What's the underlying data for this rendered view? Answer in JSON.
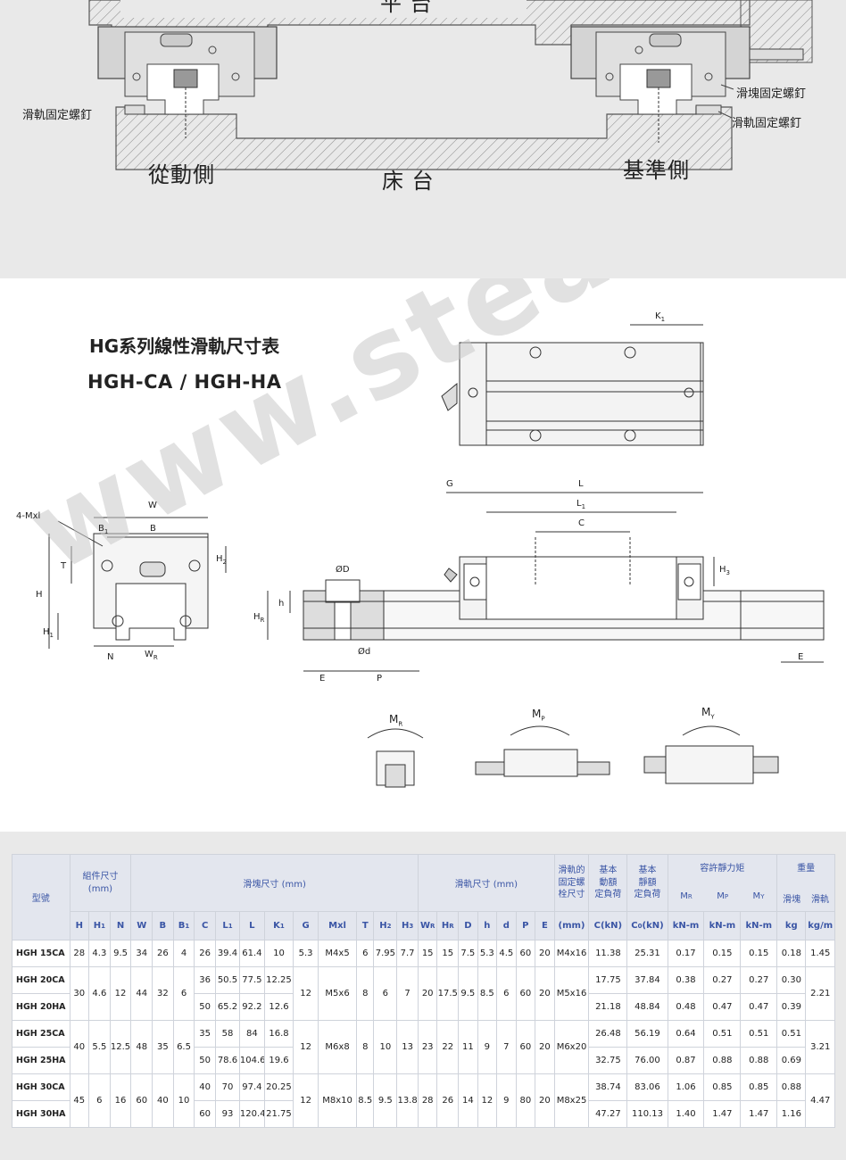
{
  "top": {
    "label_table": "平 台",
    "label_bed": "床 台",
    "label_driven": "從動側",
    "label_reference": "基準側",
    "callout_rail_screw_left": "滑軌固定螺釘",
    "callout_block_screw": "滑塊固定螺釘",
    "callout_rail_screw_right": "滑軌固定螺釘"
  },
  "mid": {
    "title": "HG系列線性滑軌尺寸表",
    "subtitle": "HGH-CA / HGH-HA",
    "watermark": "www.steady.com",
    "dims": {
      "W": "W",
      "B": "B",
      "B1": "B",
      "B1s": "1",
      "H": "H",
      "H1": "H",
      "H1s": "1",
      "H2": "H",
      "H2s": "2",
      "T": "T",
      "N": "N",
      "WR": "W",
      "WRs": "R",
      "mxl": "4-Mxl",
      "L": "L",
      "L1": "L",
      "L1s": "1",
      "C": "C",
      "G": "G",
      "K1": "K",
      "K1s": "1",
      "H3": "H",
      "H3s": "3",
      "HR": "H",
      "HRs": "R",
      "h": "h",
      "oD": "ØD",
      "od": "Ød",
      "E": "E",
      "P": "P",
      "E2": "E"
    },
    "moments": {
      "MR": "M",
      "MRs": "R",
      "MP": "M",
      "MPs": "P",
      "MY": "M",
      "MYs": "Y"
    }
  },
  "table": {
    "head": {
      "model": "型號",
      "assembly": "組件尺寸\n(mm)",
      "block": "滑塊尺寸 (mm)",
      "rail": "滑軌尺寸 (mm)",
      "rail_bolt": "滑軌的\n固定螺\n栓尺寸",
      "dyn": "基本\n動額\n定負荷",
      "stat": "基本\n靜額\n定負荷",
      "moment": "容許靜力矩",
      "weight": "重量",
      "mr": "M",
      "mr_s": "R",
      "mp": "M",
      "mp_s": "P",
      "my": "M",
      "my_s": "Y",
      "w_block": "滑塊",
      "w_rail": "滑軌"
    },
    "columns": [
      "H",
      "H1",
      "N",
      "W",
      "B",
      "B1",
      "C",
      "L1",
      "L",
      "K1",
      "G",
      "Mxl",
      "T",
      "H2",
      "H3",
      "WR",
      "HR",
      "D",
      "h",
      "d",
      "P",
      "E",
      "(mm)",
      "C(kN)",
      "C0(kN)",
      "kN-m",
      "kN-m",
      "kN-m",
      "kg",
      "kg/m"
    ],
    "column_subs": [
      "",
      "1",
      "",
      "",
      "",
      "1",
      "",
      "1",
      "",
      "1",
      "",
      "",
      "",
      "2",
      "3",
      "R",
      "R",
      "",
      "",
      "",
      "",
      "",
      "",
      "",
      "",
      "",
      "",
      "",
      "",
      ""
    ],
    "column_mains": [
      "H",
      "H",
      "N",
      "W",
      "B",
      "B",
      "C",
      "L",
      "L",
      "K",
      "G",
      "Mxl",
      "T",
      "H",
      "H",
      "W",
      "H",
      "D",
      "h",
      "d",
      "P",
      "E",
      "(mm)",
      "C(kN)",
      "C",
      "kN-m",
      "kN-m",
      "kN-m",
      "kg",
      "kg/m"
    ],
    "c0_tail": "(kN)",
    "rows": [
      {
        "model": "HGH 15CA",
        "H": "28",
        "H1": "4.3",
        "N": "9.5",
        "W": "34",
        "B": "26",
        "B1": "4",
        "C": "26",
        "L1": "39.4",
        "L": "61.4",
        "K1": "10",
        "G": "5.3",
        "Mxl": "M4x5",
        "T": "6",
        "H2": "7.95",
        "H3": "7.7",
        "WR": "15",
        "HR": "15",
        "D": "7.5",
        "h": "5.3",
        "d": "4.5",
        "P": "60",
        "E": "20",
        "bolt": "M4x16",
        "dyn": "11.38",
        "stat": "25.31",
        "MR": "0.17",
        "MP": "0.15",
        "MY": "0.15",
        "wb": "0.18",
        "wr": "1.45"
      },
      {
        "model": "HGH 20CA",
        "H": "30",
        "H1": "4.6",
        "N": "12",
        "W": "44",
        "B": "32",
        "B1": "6",
        "C": "36",
        "L1": "50.5",
        "L": "77.5",
        "K1": "12.25",
        "G": "12",
        "Mxl": "M5x6",
        "T": "8",
        "H2": "6",
        "H3": "7",
        "WR": "20",
        "HR": "17.5",
        "D": "9.5",
        "h": "8.5",
        "d": "6",
        "P": "60",
        "E": "20",
        "bolt": "M5x16",
        "dyn": "17.75",
        "stat": "37.84",
        "MR": "0.38",
        "MP": "0.27",
        "MY": "0.27",
        "wb": "0.30",
        "wr": "2.21"
      },
      {
        "model": "HGH 20HA",
        "C": "50",
        "L1": "65.2",
        "L": "92.2",
        "K1": "12.6",
        "dyn": "21.18",
        "stat": "48.84",
        "MR": "0.48",
        "MP": "0.47",
        "MY": "0.47",
        "wb": "0.39"
      },
      {
        "model": "HGH 25CA",
        "H": "40",
        "H1": "5.5",
        "N": "12.5",
        "W": "48",
        "B": "35",
        "B1": "6.5",
        "C": "35",
        "L1": "58",
        "L": "84",
        "K1": "16.8",
        "G": "12",
        "Mxl": "M6x8",
        "T": "8",
        "H2": "10",
        "H3": "13",
        "WR": "23",
        "HR": "22",
        "D": "11",
        "h": "9",
        "d": "7",
        "P": "60",
        "E": "20",
        "bolt": "M6x20",
        "dyn": "26.48",
        "stat": "56.19",
        "MR": "0.64",
        "MP": "0.51",
        "MY": "0.51",
        "wb": "0.51",
        "wr": "3.21"
      },
      {
        "model": "HGH 25HA",
        "C": "50",
        "L1": "78.6",
        "L": "104.6",
        "K1": "19.6",
        "dyn": "32.75",
        "stat": "76.00",
        "MR": "0.87",
        "MP": "0.88",
        "MY": "0.88",
        "wb": "0.69"
      },
      {
        "model": "HGH 30CA",
        "H": "45",
        "H1": "6",
        "N": "16",
        "W": "60",
        "B": "40",
        "B1": "10",
        "C": "40",
        "L1": "70",
        "L": "97.4",
        "K1": "20.25",
        "G": "12",
        "Mxl": "M8x10",
        "T": "8.5",
        "H2": "9.5",
        "H3": "13.8",
        "WR": "28",
        "HR": "26",
        "D": "14",
        "h": "12",
        "d": "9",
        "P": "80",
        "E": "20",
        "bolt": "M8x25",
        "dyn": "38.74",
        "stat": "83.06",
        "MR": "1.06",
        "MP": "0.85",
        "MY": "0.85",
        "wb": "0.88",
        "wr": "4.47"
      },
      {
        "model": "HGH 30HA",
        "C": "60",
        "L1": "93",
        "L": "120.4",
        "K1": "21.75",
        "dyn": "47.27",
        "stat": "110.13",
        "MR": "1.40",
        "MP": "1.47",
        "MY": "1.47",
        "wb": "1.16"
      }
    ]
  }
}
